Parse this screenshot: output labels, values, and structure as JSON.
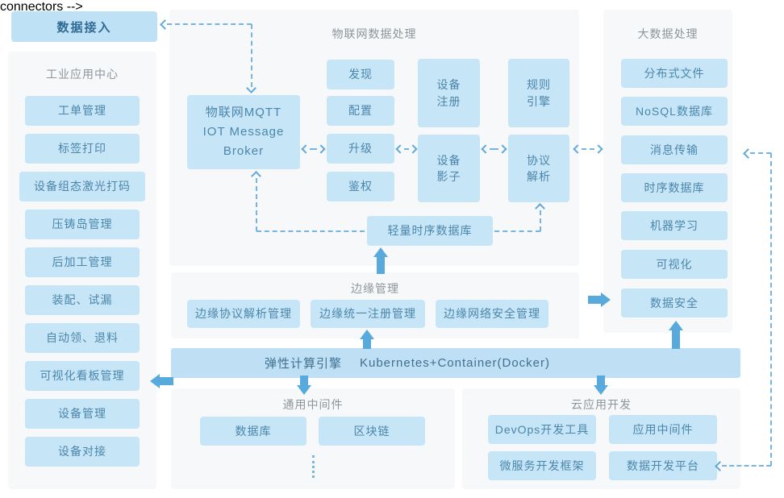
{
  "palette": {
    "box_fill": "#c6e5f7",
    "bar_fill": "#bfe0f4",
    "box_text": "#4b86ab",
    "title_text": "#8d959c",
    "solid_arrow": "#57aadb",
    "dashed_line": "#76b5e2",
    "panel_bg": "#f7f8f9"
  },
  "data_access": {
    "label": "数据接入"
  },
  "industrial": {
    "title": "工业应用中心",
    "items": [
      "工单管理",
      "标签打印",
      "设备组态激光打码",
      "压铸岛管理",
      "后加工管理",
      "装配、试漏",
      "自动领、退料",
      "可视化看板管理",
      "设备管理",
      "设备对接"
    ]
  },
  "iot": {
    "title": "物联网数据处理",
    "broker": "物联网MQTT\nIOT Message\nBroker",
    "col1": [
      "发现",
      "配置",
      "升级",
      "鉴权"
    ],
    "col2": [
      "设备\n注册",
      "设备\n影子"
    ],
    "col3": [
      "规则\n引擎",
      "协议\n解析"
    ],
    "tsdb": "轻量时序数据库"
  },
  "bigdata": {
    "title": "大数据处理",
    "items": [
      "分布式文件",
      "NoSQL数据库",
      "消息传输",
      "时序数据库",
      "机器学习",
      "可视化",
      "数据安全"
    ]
  },
  "edge": {
    "title": "边缘管理",
    "items": [
      "边缘协议解析管理",
      "边缘统一注册管理",
      "边缘网络安全管理"
    ]
  },
  "compute_bar": {
    "label_cn": "弹性计算引擎",
    "label_en": "Kubernetes+Container(Docker)"
  },
  "middleware": {
    "title": "通用中间件",
    "items": [
      "数据库",
      "区块链"
    ]
  },
  "cloud": {
    "title": "云应用开发",
    "items": [
      "DevOps开发工具",
      "应用中间件",
      "微服务开发框架",
      "数据开发平台"
    ]
  }
}
